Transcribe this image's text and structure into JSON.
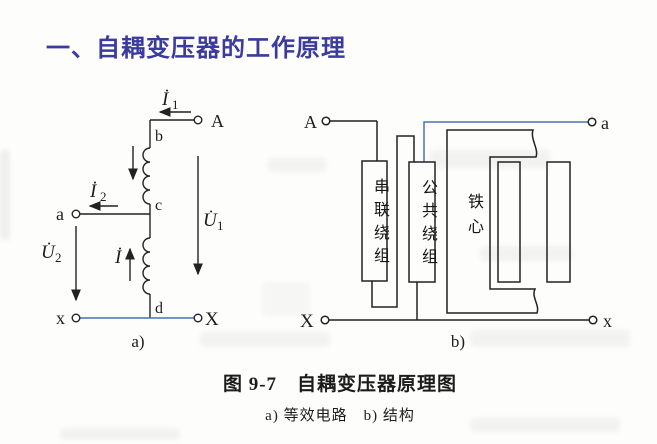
{
  "title": {
    "text": "一、自耦变压器的工作原理",
    "color": "#3b3b9d"
  },
  "caption": {
    "line1": "图 9-7　自耦变压器原理图",
    "line2": "a) 等效电路　b) 结构"
  },
  "diagram_a": {
    "label": "a)",
    "terminal_A": "A",
    "terminal_a": "a",
    "terminal_x": "x",
    "terminal_X": "X",
    "node_b": "b",
    "node_c": "c",
    "node_d": "d",
    "current_i1": {
      "base": "İ",
      "sub": "1"
    },
    "current_i2": {
      "base": "İ",
      "sub": "2"
    },
    "current_i": {
      "base": "İ"
    },
    "voltage_u1": {
      "base": "U̇",
      "sub": "1"
    },
    "voltage_u2": {
      "base": "U̇",
      "sub": "2"
    }
  },
  "diagram_b": {
    "label": "b)",
    "terminal_A": "A",
    "terminal_a": "a",
    "terminal_X": "X",
    "terminal_x": "x",
    "series_winding": "串联绕组",
    "common_winding": "公共绕组",
    "iron_core": "铁心"
  },
  "colors": {
    "ink": "#222222",
    "wire_blue": "#4a72b2",
    "title_blue": "#3b3b9d"
  }
}
